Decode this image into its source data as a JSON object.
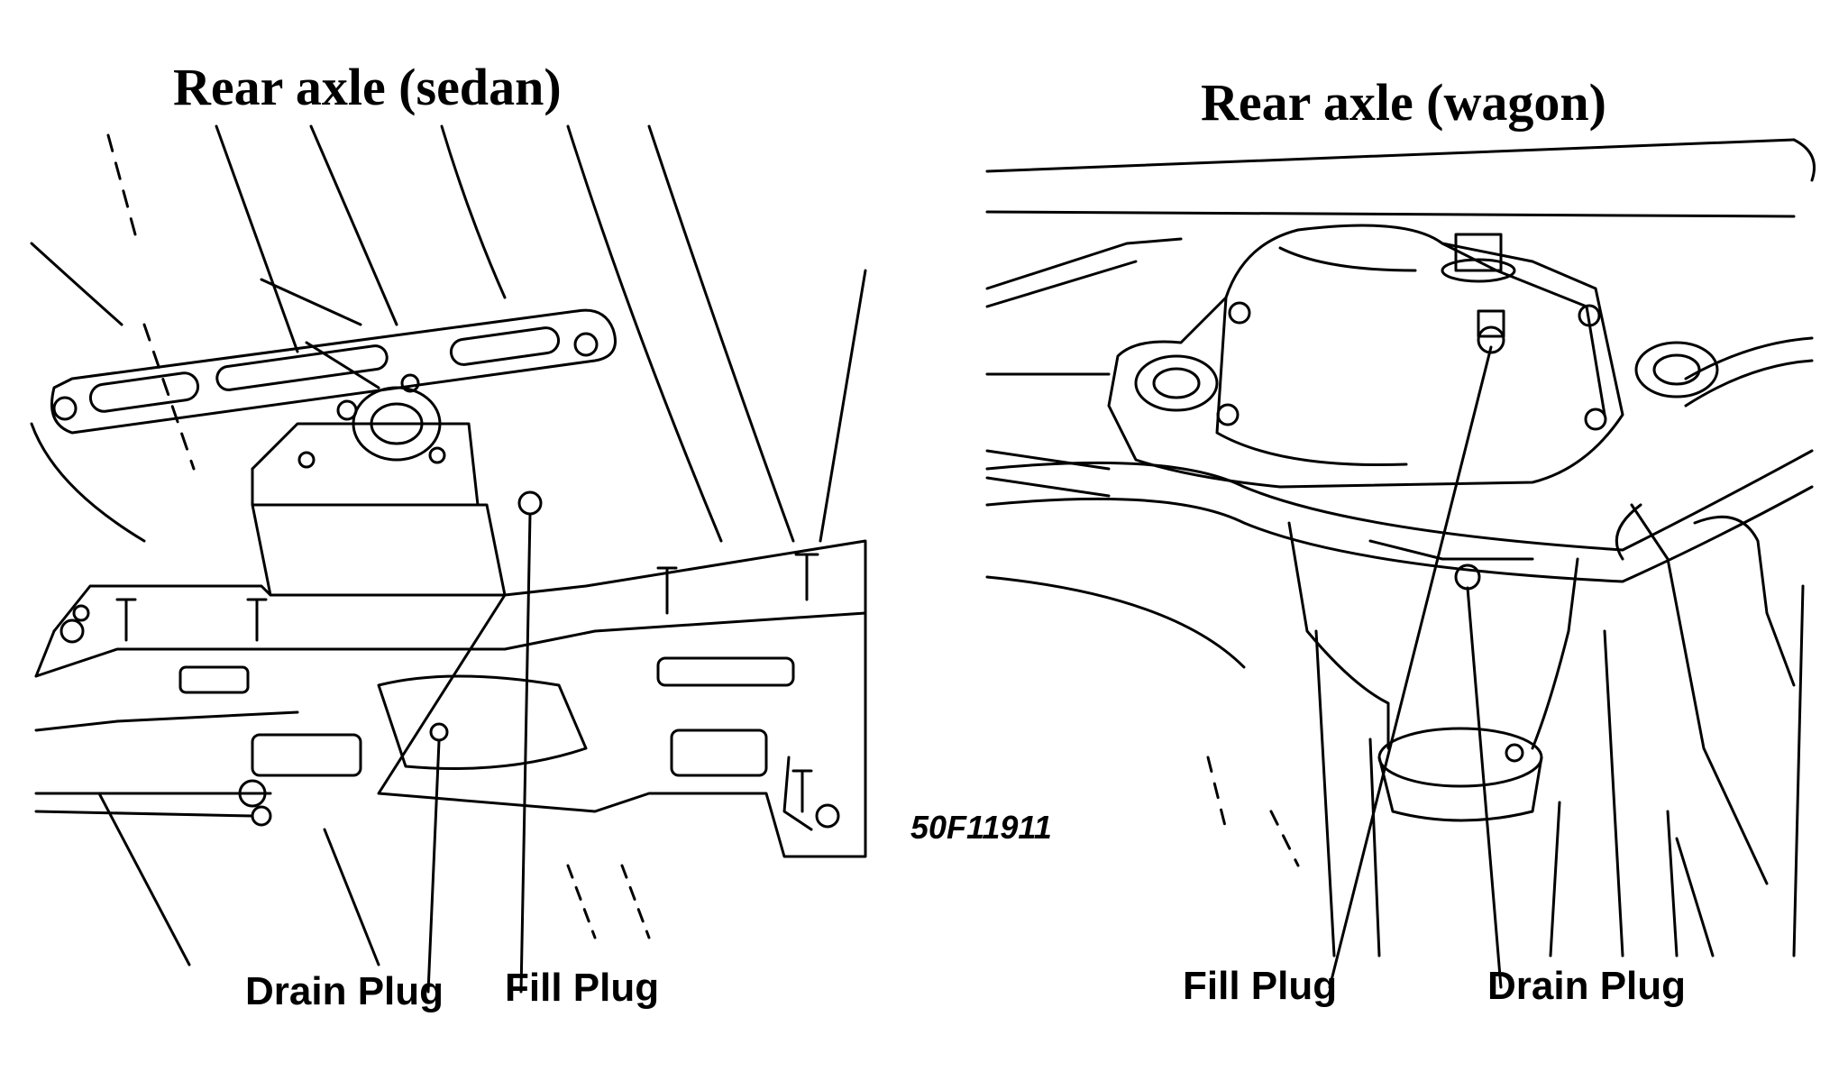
{
  "panels": {
    "sedan": {
      "title": "Rear axle (sedan)",
      "drain_label": "Drain Plug",
      "fill_label": "Fill Plug"
    },
    "wagon": {
      "title": "Rear axle (wagon)",
      "fill_label": "Fill Plug",
      "drain_label": "Drain Plug"
    }
  },
  "figure_code": "50F11911",
  "colors": {
    "ink": "#000000",
    "paper": "#ffffff"
  }
}
